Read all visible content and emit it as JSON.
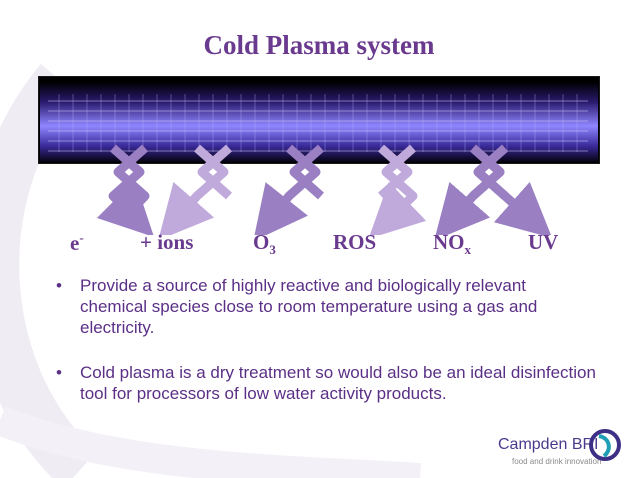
{
  "slide": {
    "title": "Cold Plasma system",
    "species": [
      {
        "base": "e",
        "sup": "-",
        "sub": ""
      },
      {
        "base": "+ ions",
        "sup": "",
        "sub": ""
      },
      {
        "base": "O",
        "sup": "",
        "sub": "3"
      },
      {
        "base": "ROS",
        "sup": "",
        "sub": ""
      },
      {
        "base": "NO",
        "sup": "",
        "sub": "x"
      },
      {
        "base": "UV",
        "sup": "",
        "sub": ""
      }
    ],
    "bullets": [
      "Provide a source of highly reactive and biologically relevant chemical species close to room temperature using a gas and electricity.",
      "Cold plasma is a dry treatment so would also be an ideal disinfection tool for processors of low water activity products."
    ],
    "bullet_symbol": "•",
    "logo": {
      "name": "Campden BRI",
      "tagline": "food and drink innovation"
    },
    "colors": {
      "title": "#6a3a8e",
      "text": "#5b2f86",
      "plasma_glow": "#8a7cff",
      "arrow": "#9a7fc2",
      "arrow_light": "#c0aadb"
    }
  }
}
